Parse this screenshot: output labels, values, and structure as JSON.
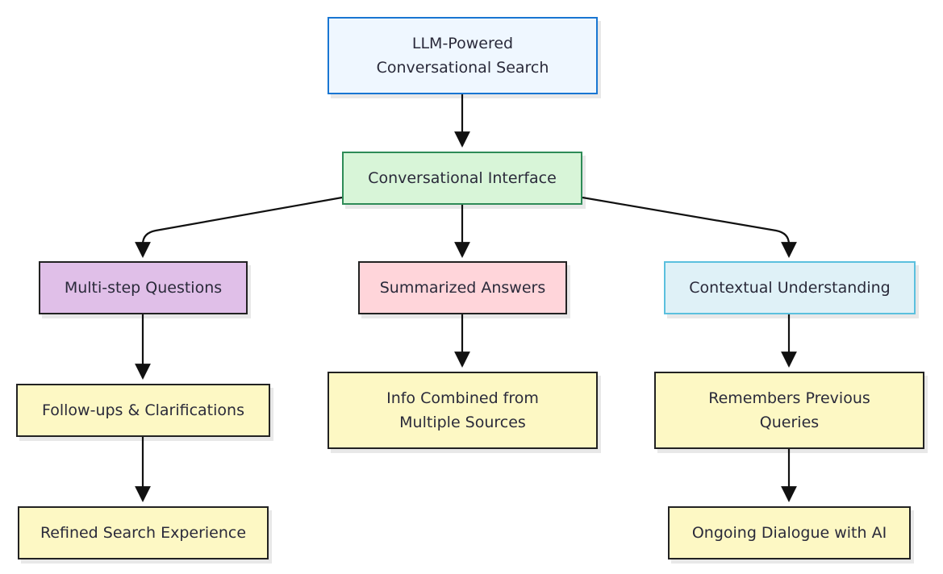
{
  "diagram": {
    "nodes": {
      "root": {
        "lines": [
          "LLM-Powered",
          "Conversational Search"
        ],
        "fill": "#eff7ff",
        "stroke": "#1976d2"
      },
      "interface": {
        "lines": [
          "Conversational Interface"
        ],
        "fill": "#d8f5d8",
        "stroke": "#2e8b57"
      },
      "multistep": {
        "lines": [
          "Multi-step Questions"
        ],
        "fill": "#e0bfe8",
        "stroke": "#222222"
      },
      "summarized": {
        "lines": [
          "Summarized Answers"
        ],
        "fill": "#ffd5da",
        "stroke": "#222222"
      },
      "contextual": {
        "lines": [
          "Contextual Understanding"
        ],
        "fill": "#dff1f7",
        "stroke": "#5bc0de"
      },
      "followups": {
        "lines": [
          "Follow-ups & Clarifications"
        ],
        "fill": "#fdf8c4",
        "stroke": "#222222"
      },
      "combined": {
        "lines": [
          "Info Combined from",
          "Multiple Sources"
        ],
        "fill": "#fdf8c4",
        "stroke": "#222222"
      },
      "remembers": {
        "lines": [
          "Remembers Previous",
          "Queries"
        ],
        "fill": "#fdf8c4",
        "stroke": "#222222"
      },
      "refined": {
        "lines": [
          "Refined Search Experience"
        ],
        "fill": "#fdf8c4",
        "stroke": "#222222"
      },
      "ongoing": {
        "lines": [
          "Ongoing Dialogue with AI"
        ],
        "fill": "#fdf8c4",
        "stroke": "#222222"
      }
    },
    "edges": [
      {
        "from": "root",
        "to": "interface"
      },
      {
        "from": "interface",
        "to": "multistep"
      },
      {
        "from": "interface",
        "to": "summarized"
      },
      {
        "from": "interface",
        "to": "contextual"
      },
      {
        "from": "multistep",
        "to": "followups"
      },
      {
        "from": "summarized",
        "to": "combined"
      },
      {
        "from": "contextual",
        "to": "remembers"
      },
      {
        "from": "followups",
        "to": "refined"
      },
      {
        "from": "remembers",
        "to": "ongoing"
      }
    ]
  }
}
